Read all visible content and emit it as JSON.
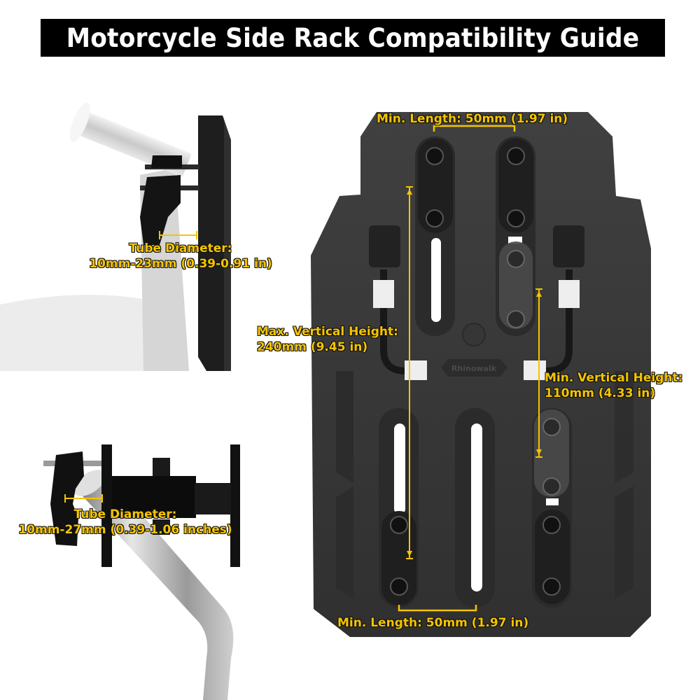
{
  "title": "Motorcycle Side Rack Compatibility Guide",
  "colors": {
    "title_bg": "#000000",
    "title_text": "#ffffff",
    "annotation": "#f5c400",
    "annotation_outline": "#111111",
    "plate": "#3a3a3a",
    "plate_dark": "#262626",
    "chrome": "#b8b8b8"
  },
  "clamp_top": {
    "label_line1": "Tube Diameter:",
    "label_line2": "10mm-23mm (0.39-0.91 in)"
  },
  "clamp_bottom": {
    "label_line1": "Tube Diameter:",
    "label_line2": "10mm-27mm (0.39-1.06 inches)"
  },
  "plate": {
    "brand_emboss": "Rhinowalk",
    "min_length_top": "Min. Length: 50mm (1.97 in)",
    "min_length_bottom": "Min. Length: 50mm (1.97 in)",
    "max_vertical_line1": "Max. Vertical Height:",
    "max_vertical_line2": "240mm (9.45 in)",
    "min_vertical_line1": "Min. Vertical Height:",
    "min_vertical_line2": "110mm (4.33 in)"
  }
}
